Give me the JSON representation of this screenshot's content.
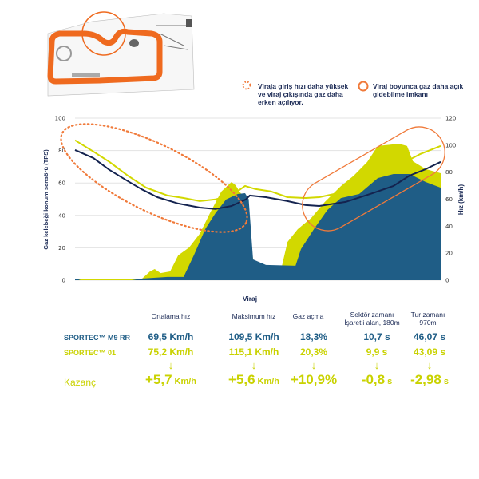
{
  "legend": {
    "dotted": {
      "icon": "dotted-circle-icon",
      "text": "Viraja giriş hızı daha yüksek ve viraj çıkışında gaz daha erken açılıyor."
    },
    "solid": {
      "icon": "solid-circle-icon",
      "text": "Viraj boyunca gaz daha açık gidebilme imkanı"
    }
  },
  "colors": {
    "m9": "#1f5d86",
    "m9_line": "#14234f",
    "s01": "#d2d800",
    "accent": "#f07a3a"
  },
  "chart_data": {
    "type": "area+line",
    "xlabel": "Viraj",
    "ylabel_left": "Gaz kelebeği konum sensörü (TPS)",
    "ylabel_right": "Hız (km/h)",
    "xlim": [
      0,
      100
    ],
    "ylim_left": [
      0,
      100
    ],
    "ylim_right": [
      0,
      120
    ],
    "left_ticks": [
      0,
      20,
      40,
      60,
      80,
      100
    ],
    "right_ticks": [
      0,
      20,
      40,
      60,
      80,
      100,
      120
    ],
    "grid": true,
    "series": [
      {
        "name": "SPORTEC 01 TPS",
        "axis": "left",
        "kind": "area",
        "points": [
          [
            0,
            0.5
          ],
          [
            18.1,
            0.5
          ],
          [
            20.5,
            5.4
          ],
          [
            21.8,
            6.9
          ],
          [
            23.4,
            4.4
          ],
          [
            26,
            5.4
          ],
          [
            28.2,
            15.3
          ],
          [
            31.2,
            20.2
          ],
          [
            34.1,
            28.6
          ],
          [
            36.9,
            41.4
          ],
          [
            40,
            54.7
          ],
          [
            42.8,
            60.6
          ],
          [
            43.9,
            58.6
          ],
          [
            45,
            54.7
          ],
          [
            46.5,
            50
          ],
          [
            48.7,
            12.8
          ],
          [
            49.3,
            11.8
          ],
          [
            52.2,
            8.9
          ],
          [
            56.6,
            8.9
          ],
          [
            58.1,
            23.6
          ],
          [
            60.9,
            31.5
          ],
          [
            64.6,
            38.4
          ],
          [
            68.3,
            48.3
          ],
          [
            72.7,
            58.1
          ],
          [
            76.2,
            64.5
          ],
          [
            79.9,
            72.9
          ],
          [
            82.8,
            82.8
          ],
          [
            88.6,
            84.2
          ],
          [
            90.8,
            82.8
          ],
          [
            92.4,
            73.4
          ],
          [
            95.9,
            68.5
          ],
          [
            100,
            66
          ]
        ]
      },
      {
        "name": "SPORTEC M9 RR TPS",
        "axis": "left",
        "kind": "area",
        "points": [
          [
            0,
            0.5
          ],
          [
            1,
            0.5
          ],
          [
            1.5,
            0
          ],
          [
            15.5,
            0
          ],
          [
            18.1,
            1
          ],
          [
            25.3,
            2
          ],
          [
            29.7,
            2
          ],
          [
            32.5,
            15.3
          ],
          [
            35.6,
            31.5
          ],
          [
            38.4,
            41.4
          ],
          [
            41.3,
            49.8
          ],
          [
            44.5,
            53.2
          ],
          [
            46.5,
            53.7
          ],
          [
            47.5,
            50
          ],
          [
            48.7,
            12.8
          ],
          [
            52.2,
            9.4
          ],
          [
            60.3,
            8.9
          ],
          [
            61.8,
            19.2
          ],
          [
            65.3,
            31.5
          ],
          [
            69,
            43.3
          ],
          [
            72.7,
            50.7
          ],
          [
            77.7,
            53.2
          ],
          [
            82.8,
            63
          ],
          [
            87.1,
            65.5
          ],
          [
            91.5,
            65.5
          ],
          [
            95.9,
            60.6
          ],
          [
            100,
            57.1
          ]
        ]
      },
      {
        "name": "SPORTEC 01 Hız",
        "axis": "right",
        "kind": "line",
        "points": [
          [
            0,
            103.6
          ],
          [
            5,
            95.3
          ],
          [
            9.4,
            87.6
          ],
          [
            14.4,
            77.5
          ],
          [
            19.4,
            68.6
          ],
          [
            25.3,
            62.7
          ],
          [
            29.7,
            60.9
          ],
          [
            34.1,
            58.6
          ],
          [
            38.4,
            59.8
          ],
          [
            43.4,
            63.9
          ],
          [
            46.5,
            69.8
          ],
          [
            49.3,
            67.5
          ],
          [
            53.7,
            65.7
          ],
          [
            58.1,
            61.5
          ],
          [
            63.1,
            60.9
          ],
          [
            66.8,
            61.5
          ],
          [
            74,
            65.7
          ],
          [
            81.4,
            75.7
          ],
          [
            88.6,
            85.2
          ],
          [
            94.5,
            93.5
          ],
          [
            100,
            99.4
          ]
        ]
      },
      {
        "name": "SPORTEC M9 RR Hız",
        "axis": "right",
        "kind": "line",
        "points": [
          [
            0,
            96.4
          ],
          [
            5,
            90.5
          ],
          [
            9.4,
            81.7
          ],
          [
            14.4,
            73.4
          ],
          [
            18.1,
            67.5
          ],
          [
            22.5,
            61.5
          ],
          [
            28.2,
            56.8
          ],
          [
            34.1,
            53.8
          ],
          [
            38.4,
            52.7
          ],
          [
            42.8,
            55
          ],
          [
            46.7,
            59.8
          ],
          [
            47.8,
            62.7
          ],
          [
            52.2,
            61.5
          ],
          [
            58.1,
            58.6
          ],
          [
            63.1,
            55.6
          ],
          [
            66.8,
            55
          ],
          [
            74,
            58
          ],
          [
            81.4,
            64.5
          ],
          [
            87.1,
            69.8
          ],
          [
            91.5,
            77.5
          ],
          [
            95.9,
            82.2
          ],
          [
            100,
            87.6
          ]
        ]
      }
    ]
  },
  "table": {
    "headers": [
      {
        "line1": "Ortalama hız",
        "line2": ""
      },
      {
        "line1": "Maksimum hız",
        "line2": ""
      },
      {
        "line1": "Gaz açma",
        "line2": ""
      },
      {
        "line1": "Sektör zamanı",
        "line2": "İşaretli alan, 180m"
      },
      {
        "line1": "Tur zamanı",
        "line2": "970m"
      }
    ],
    "rows": [
      {
        "label": "SPORTEC™ M9 RR",
        "values": [
          "69,5 Km/h",
          "109,5 Km/h",
          "18,3%",
          "10,7 s",
          "46,07 s"
        ]
      },
      {
        "label": "SPORTEC™ 01",
        "values": [
          "75,2 Km/h",
          "115,1 Km/h",
          "20,3%",
          "9,9 s",
          "43,09 s"
        ]
      }
    ],
    "arrow": "↓",
    "gain": {
      "label": "Kazanç",
      "values": [
        {
          "num": "+5,7",
          "unit": "Km/h"
        },
        {
          "num": "+5,6",
          "unit": "Km/h"
        },
        {
          "num": "+10,9",
          "unit": "%"
        },
        {
          "num": "-0,8",
          "unit": "s"
        },
        {
          "num": "-2,98",
          "unit": "s"
        }
      ]
    }
  }
}
